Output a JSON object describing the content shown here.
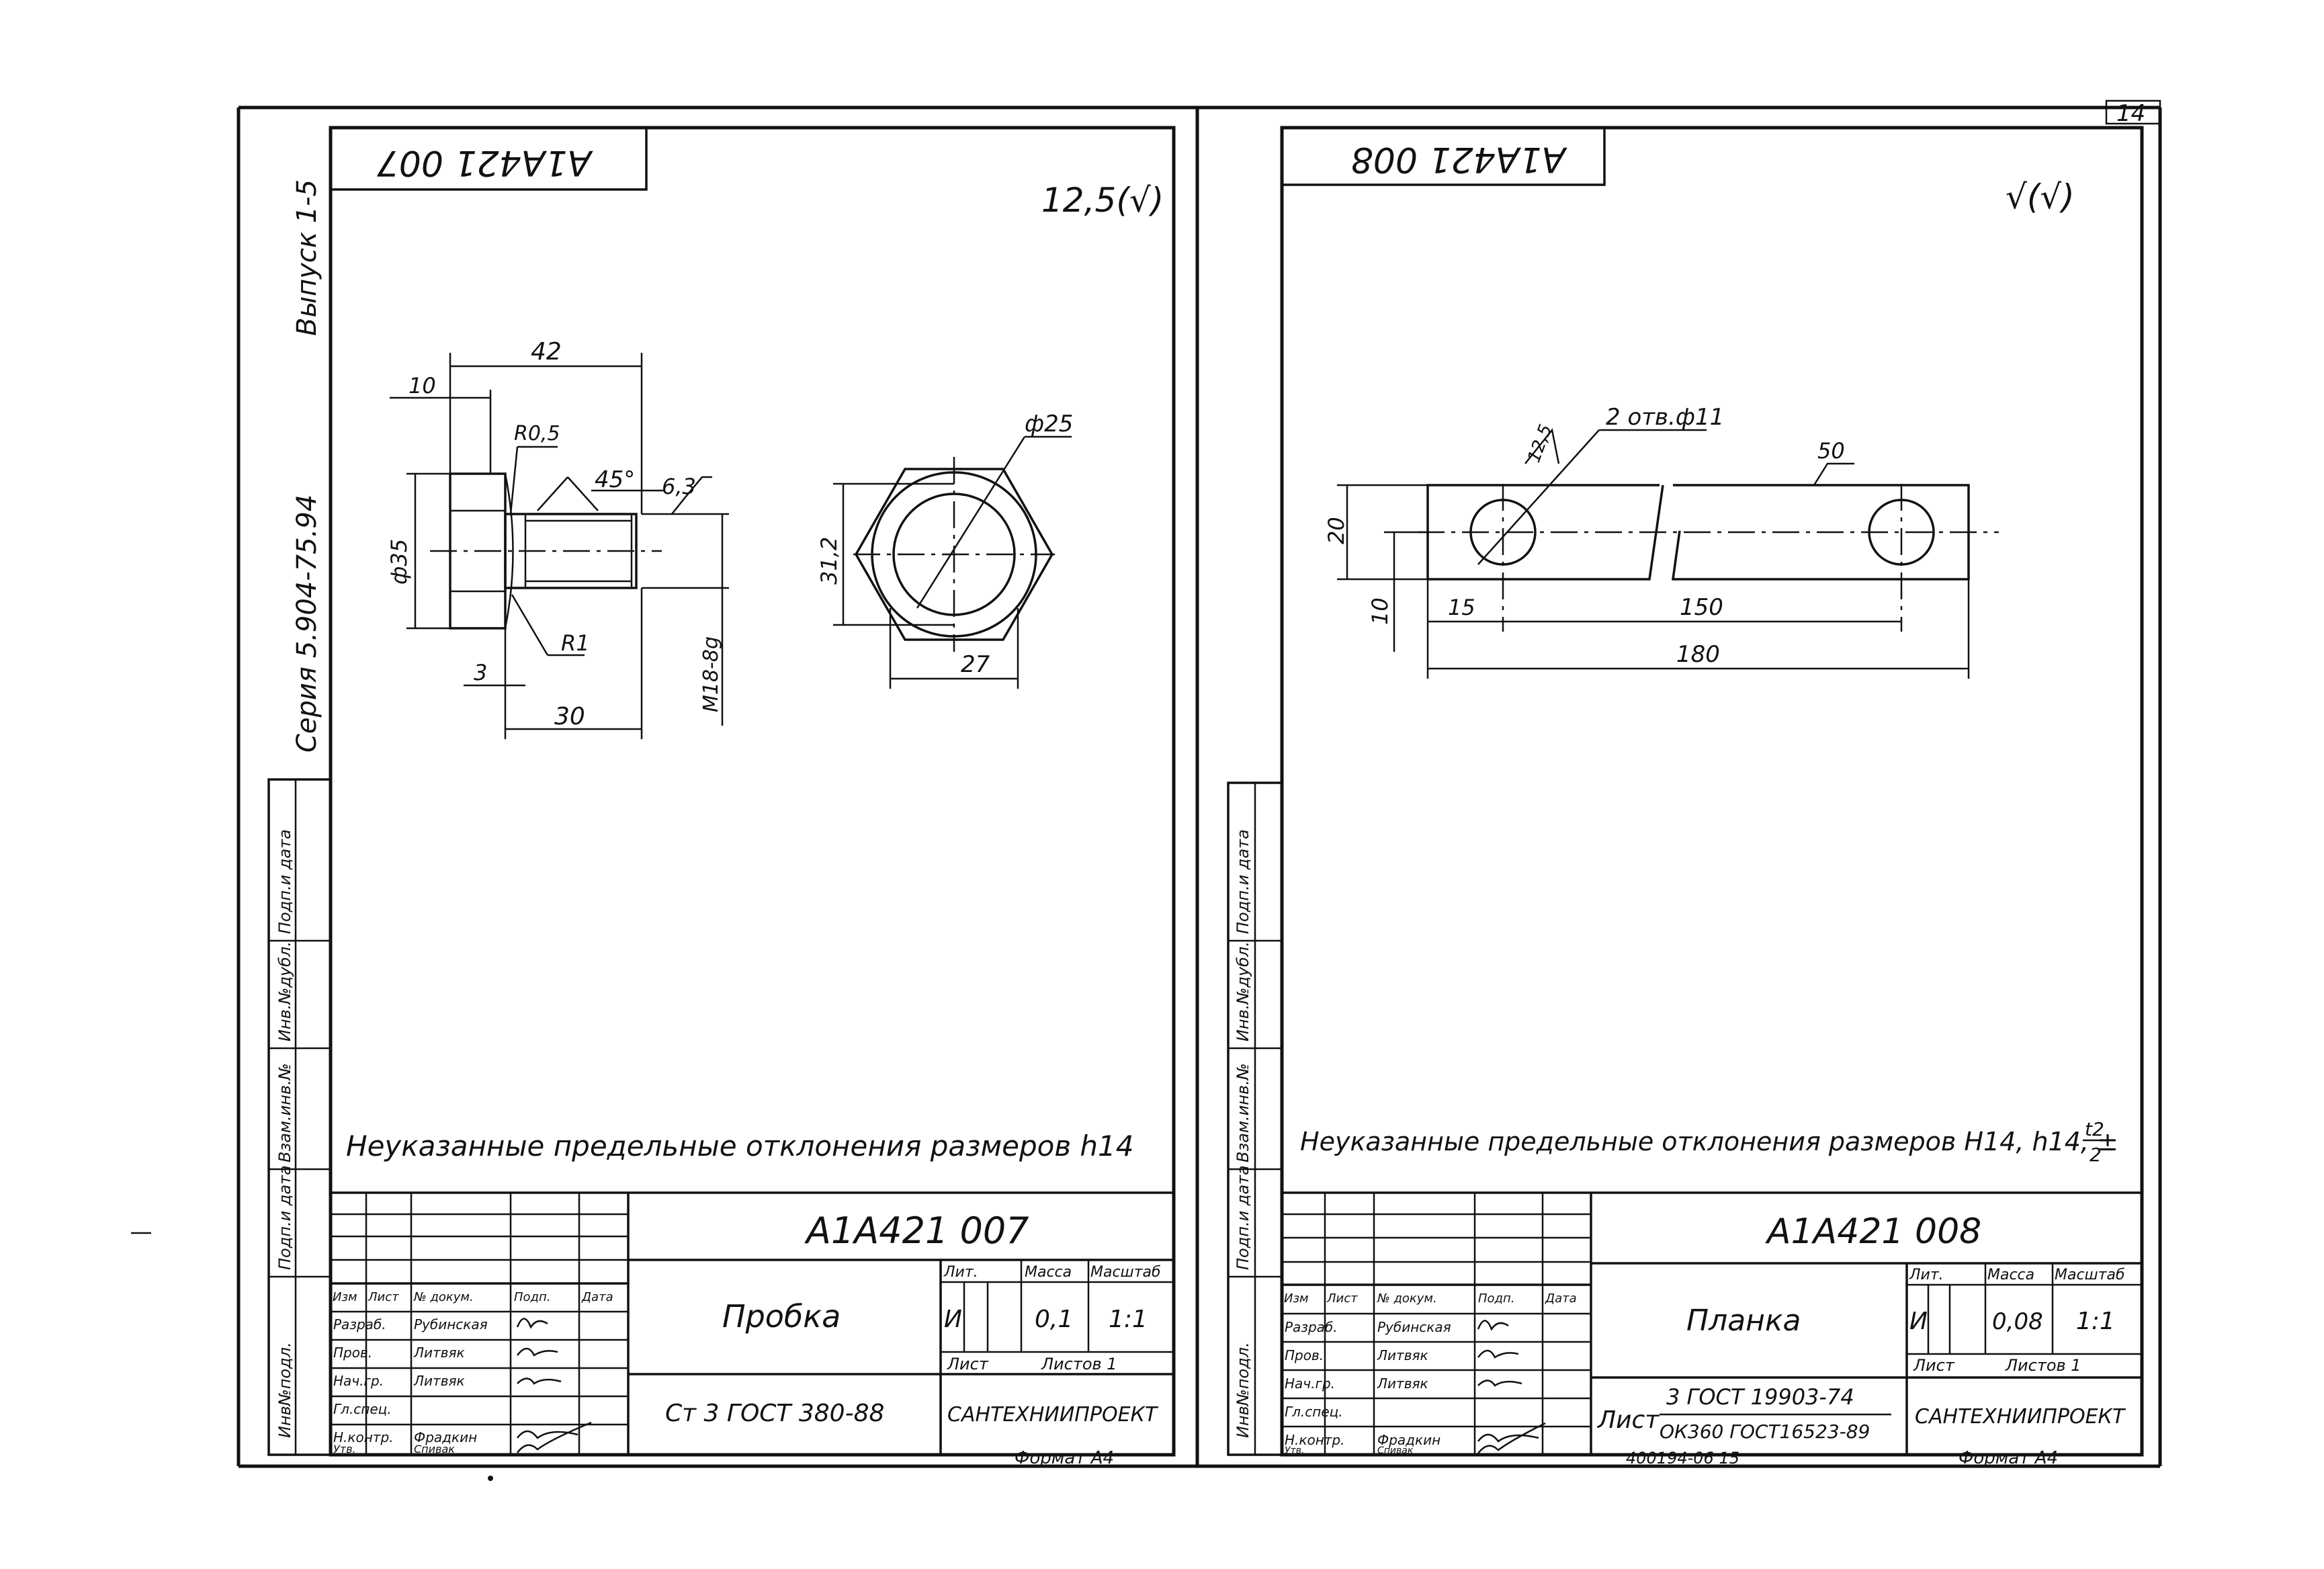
{
  "sheet_number": "14",
  "series_text": "Серия  5.904-75.94",
  "issue_text": "Выпуск 1-5",
  "side_stamp": [
    "Инв№подл.",
    "Подп.и дата",
    "Взам.инв.№",
    "Инв.№дубл.",
    "Подп.и дата"
  ],
  "left": {
    "corner_code": "А1А421 007",
    "roughness": "12,5(√)",
    "dims": {
      "d42": "42",
      "d10": "10",
      "r05": "R0,5",
      "a45": "45°",
      "rough63": "6,3",
      "d35": "ф35",
      "r1": "R1",
      "d3": "3",
      "d30": "30",
      "thread": "М18-8g",
      "d25": "ф25",
      "d312": "31,2",
      "d27": "27"
    },
    "note": "Неуказанные предельные отклонения размеров h14",
    "title_block": {
      "designation": "А1А421 007",
      "name": "Пробка",
      "lit_label": "Лит.",
      "mass_label": "Масса",
      "scale_label": "Масштаб",
      "lit": "И",
      "mass": "0,1",
      "scale": "1:1",
      "sheet_label": "Лист",
      "sheets_label": "Листов 1",
      "material": "Ст 3 ГОСТ 380-88",
      "org": "САНТЕХНИИПРОЕКТ",
      "col_heads": [
        "Изм",
        "Лист",
        "№ докум.",
        "Подп.",
        "Дата"
      ],
      "roles": [
        "Разраб.",
        "Пров.",
        "Нач.гр.",
        "Гл.спец.",
        "Н.контр.",
        "Утв."
      ],
      "names": [
        "Рубинская",
        "Литвяк",
        "Литвяк",
        "",
        "Фрадкин",
        "Спивак"
      ]
    },
    "format": "Формат А4"
  },
  "right": {
    "corner_code": "А1А421 008",
    "roughness": "√(√)",
    "dims": {
      "holes": "2 отв.ф11",
      "rough125": "12,5",
      "rough50": "50",
      "d20": "20",
      "d10": "10",
      "d15": "15",
      "d150": "150",
      "d180": "180"
    },
    "note": "Неуказанные предельные отклонения размеров Н14, h14, ±",
    "note_frac_top": "t2",
    "note_frac_bottom": "2",
    "title_block": {
      "designation": "А1А421 008",
      "name": "Планка",
      "lit_label": "Лит.",
      "mass_label": "Масса",
      "scale_label": "Масштаб",
      "lit": "И",
      "mass": "0,08",
      "scale": "1:1",
      "sheet_label": "Лист",
      "sheets_label": "Листов 1",
      "material_prefix": "Лист",
      "material_top": "3 ГОСТ 19903-74",
      "material_bottom": "ОК360 ГОСТ16523-89",
      "org": "САНТЕХНИИПРОЕКТ",
      "col_heads": [
        "Изм",
        "Лист",
        "№ докум.",
        "Подп.",
        "Дата"
      ],
      "roles": [
        "Разраб.",
        "Пров.",
        "Нач.гр.",
        "Гл.спец.",
        "Н.контр.",
        "Утв."
      ],
      "names": [
        "Рубинская",
        "Литвяк",
        "Литвяк",
        "",
        "Фрадкин",
        "Спивак"
      ]
    },
    "format": "Формат А4",
    "footer_code": "400194-06   15"
  }
}
